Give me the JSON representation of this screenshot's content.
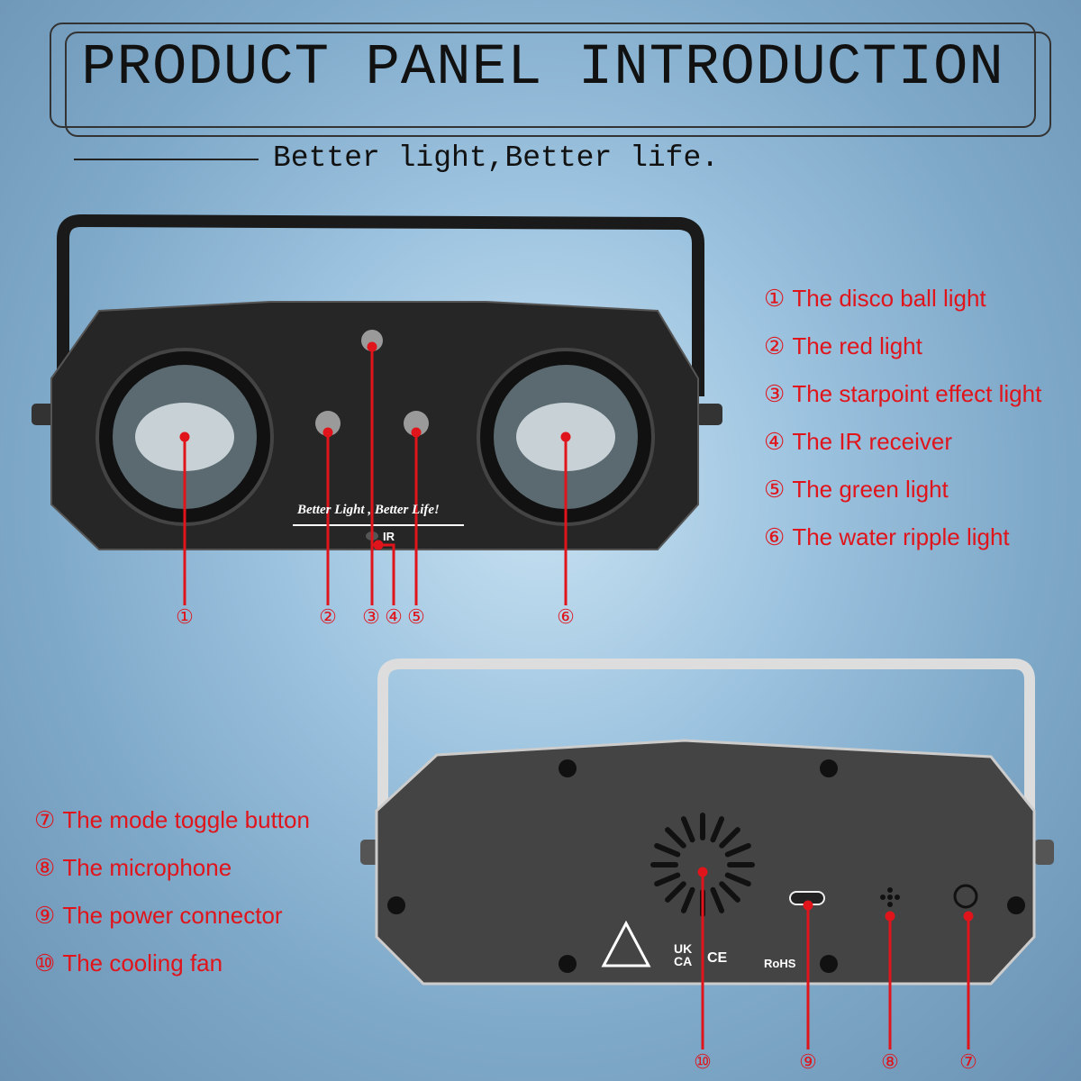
{
  "header": {
    "title": "PRODUCT PANEL INTRODUCTION",
    "subtitle": "Better light,Better life."
  },
  "device_front": {
    "slogan": "Better Light , Better Life!",
    "ir_label": "IR"
  },
  "device_back": {
    "cert_marks": [
      "UK CA",
      "CE",
      "RoHS"
    ]
  },
  "callouts_top": [
    {
      "num": "①",
      "label": "The disco ball light"
    },
    {
      "num": "②",
      "label": "The red light"
    },
    {
      "num": "③",
      "label": "The starpoint effect light"
    },
    {
      "num": "④",
      "label": "The IR receiver"
    },
    {
      "num": "⑤",
      "label": "The green light"
    },
    {
      "num": "⑥",
      "label": "The water ripple light"
    }
  ],
  "callouts_bottom": [
    {
      "num": "⑦",
      "label": "The mode toggle button"
    },
    {
      "num": "⑧",
      "label": "The microphone"
    },
    {
      "num": "⑨",
      "label": "The power connector"
    },
    {
      "num": "⑩",
      "label": "The cooling fan"
    }
  ],
  "colors": {
    "accent": "#e0141b",
    "device": "#2b2b2b"
  }
}
